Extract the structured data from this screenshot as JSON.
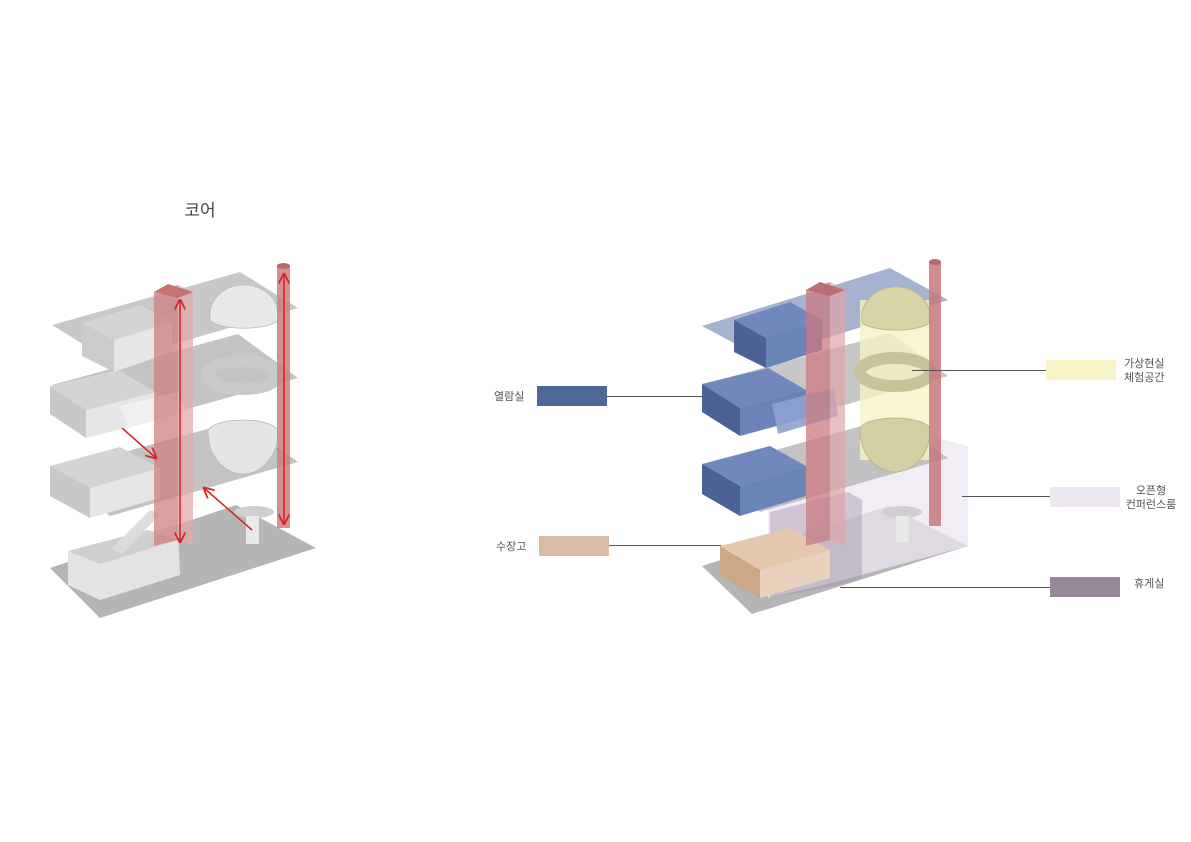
{
  "left_diagram": {
    "title": "코어"
  },
  "legend": {
    "items": [
      {
        "key": "reading",
        "label": "열람실",
        "color": "#4f6799"
      },
      {
        "key": "storage",
        "label": "수장고",
        "color": "#d8bca3"
      },
      {
        "key": "vr",
        "label_line1": "가상현실",
        "label_line2": "체험공간",
        "color": "#f6f3c7"
      },
      {
        "key": "conference",
        "label_line1": "오픈형",
        "label_line2": "컨퍼런스룸",
        "color": "#ede7f2"
      },
      {
        "key": "lounge",
        "label": "휴게실",
        "color": "#978799"
      }
    ]
  },
  "colors": {
    "slab": "#b7b7b7",
    "box": "#d6d6d6",
    "core": "#d08a8a",
    "arrow": "#d62828"
  }
}
